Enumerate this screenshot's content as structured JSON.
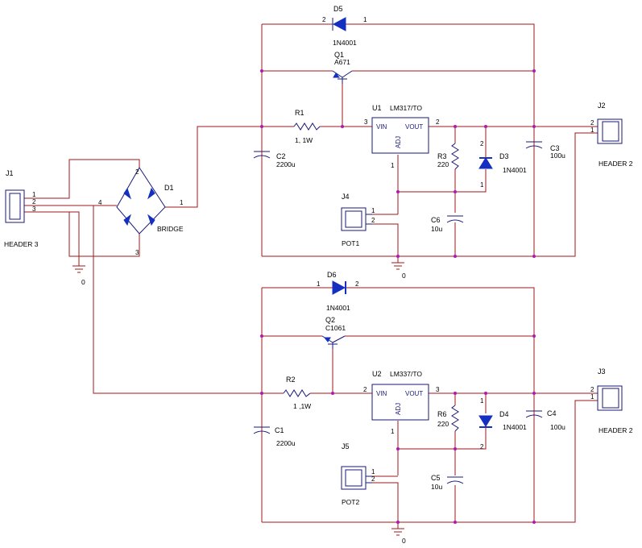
{
  "title": "",
  "colors": {
    "wire": "#a01818",
    "device": "#1a1a7a",
    "diode_fill": "#1530c0",
    "junction": "#b018b0"
  },
  "connectors": {
    "j1": {
      "ref": "J1",
      "value": "HEADER 3",
      "pins": [
        "1",
        "2",
        "3"
      ]
    },
    "j2": {
      "ref": "J2",
      "value": "HEADER 2",
      "pins": [
        "2",
        "1"
      ]
    },
    "j3": {
      "ref": "J3",
      "value": "HEADER 2",
      "pins": [
        "2",
        "1"
      ]
    },
    "j4": {
      "ref": "J4",
      "value": "POT1",
      "pins": [
        "1",
        "2"
      ]
    },
    "j5": {
      "ref": "J5",
      "value": "POT2",
      "pins": [
        "1",
        "2"
      ]
    }
  },
  "bridge": {
    "ref": "D1",
    "value": "BRIDGE",
    "pins": [
      "1",
      "2",
      "3",
      "4"
    ]
  },
  "upper": {
    "regulator": {
      "ref": "U1",
      "part": "LM317/TO",
      "vin": "VIN",
      "vout": "VOUT",
      "adj": "ADJ",
      "pin_in": "3",
      "pin_out": "2",
      "pin_adj": "1"
    },
    "bypass_diode": {
      "ref": "D5",
      "value": "1N4001",
      "pin_a": "2",
      "pin_k": "1"
    },
    "transistor": {
      "ref": "Q1",
      "value": "A671"
    },
    "resistor_in": {
      "ref": "R1",
      "value": "1, 1W"
    },
    "cap_in": {
      "ref": "C2",
      "value": "2200u"
    },
    "resistor_adj": {
      "ref": "R3",
      "value": "220"
    },
    "protect_diode": {
      "ref": "D3",
      "value": "1N4001",
      "pin_top": "2",
      "pin_bot": "1"
    },
    "cap_out": {
      "ref": "C3",
      "value": "100u"
    },
    "cap_adj": {
      "ref": "C6",
      "value": "10u"
    },
    "ground": "0"
  },
  "lower": {
    "regulator": {
      "ref": "U2",
      "part": "LM337/TO",
      "vin": "VIN",
      "vout": "VOUT",
      "adj": "ADJ",
      "pin_in": "2",
      "pin_out": "3",
      "pin_adj": "1"
    },
    "bypass_diode": {
      "ref": "D6",
      "value": "1N4001",
      "pin_a": "1",
      "pin_k": "2"
    },
    "transistor": {
      "ref": "Q2",
      "value": "C1061"
    },
    "resistor_in": {
      "ref": "R2",
      "value": "1 ,1W"
    },
    "cap_in": {
      "ref": "C1",
      "value": "2200u"
    },
    "resistor_adj": {
      "ref": "R6",
      "value": "220"
    },
    "protect_diode": {
      "ref": "D4",
      "value": "1N4001",
      "pin_top": "1",
      "pin_bot": "2"
    },
    "cap_out": {
      "ref": "C4",
      "value": "100u"
    },
    "cap_adj": {
      "ref": "C5",
      "value": "10u"
    },
    "ground": "0"
  },
  "j1_ground": "0"
}
